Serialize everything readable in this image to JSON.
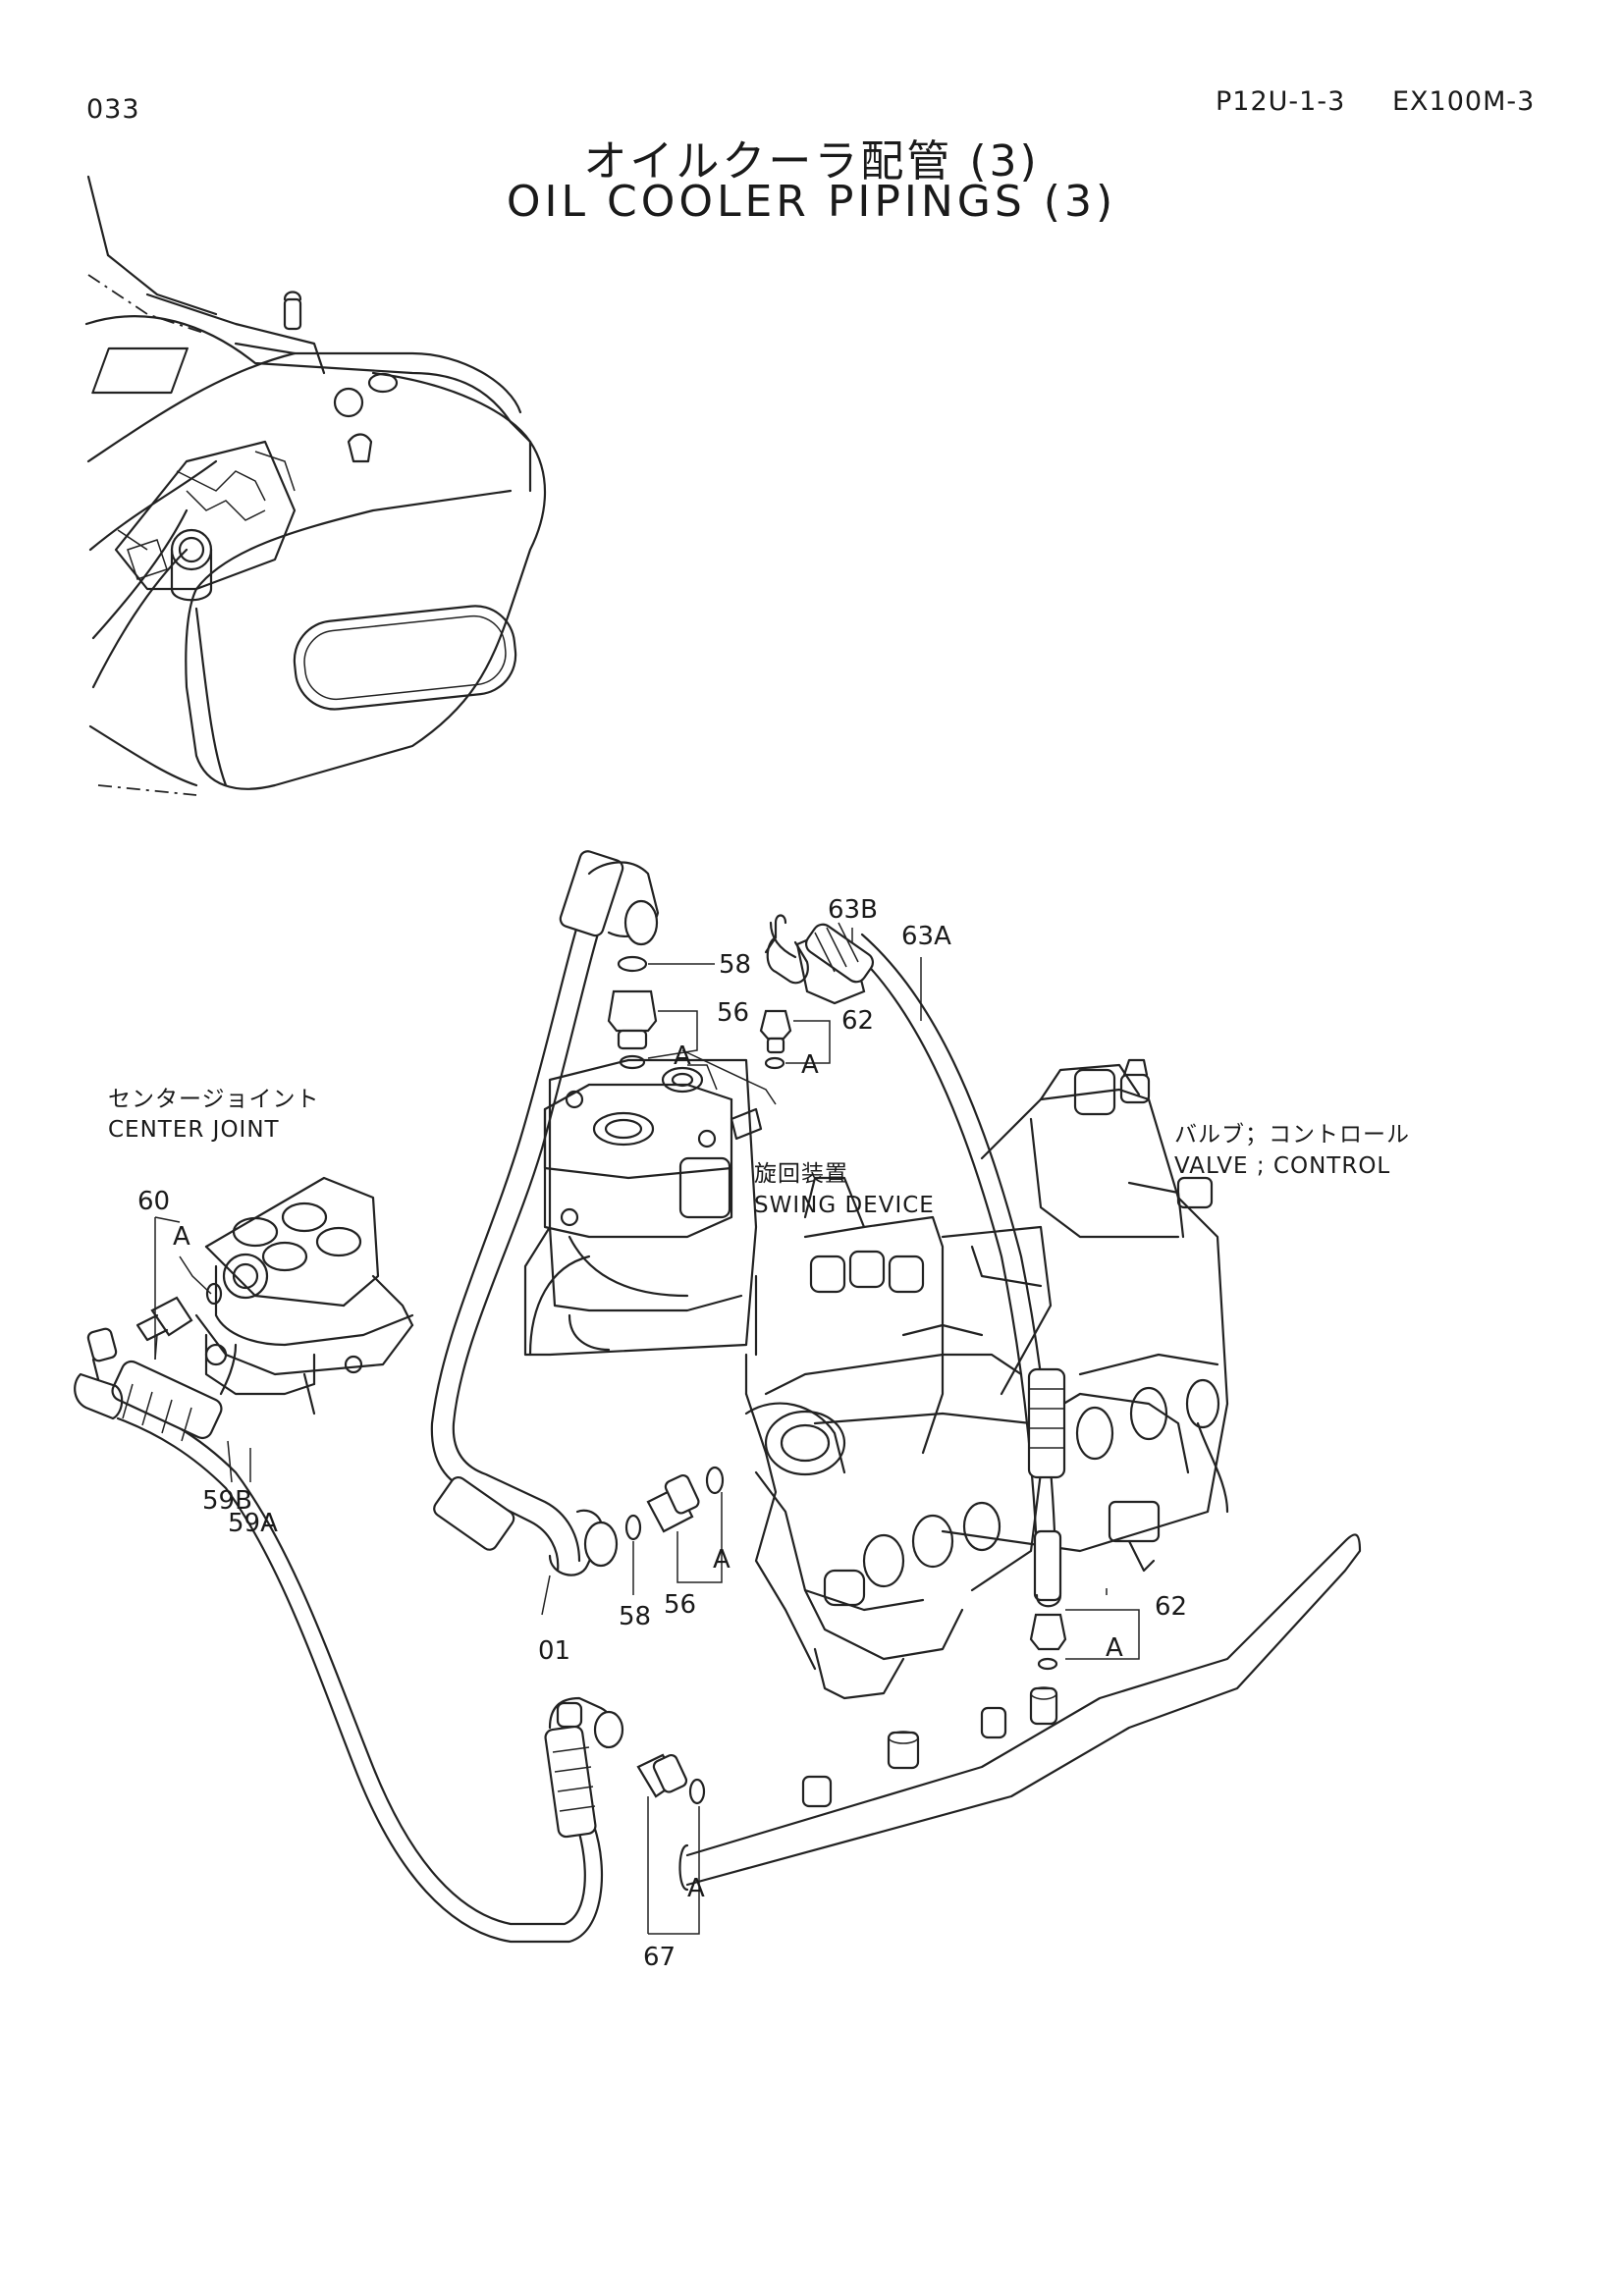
{
  "header": {
    "page_number": "033",
    "ref_code": "P12U-1-3",
    "model": "EX100M-3"
  },
  "title": {
    "japanese": "オイルクーラ配管 (3)",
    "english": "OIL COOLER PIPINGS (3)"
  },
  "components": {
    "center_joint_jp": "センタージョイント",
    "center_joint_en": "CENTER JOINT",
    "swing_device_jp": "旋回装置",
    "swing_device_en": "SWING DEVICE",
    "control_valve_jp": "バルブ；コントロール",
    "control_valve_en": "VALVE ; CONTROL"
  },
  "parts": {
    "p58_top": "58",
    "p56_top": "56",
    "pA_top": "A",
    "p63B": "63B",
    "p63A": "63A",
    "p62_top": "62",
    "pA_top2": "A",
    "p60": "60",
    "pA_center": "A",
    "p59B": "59B",
    "p59A": "59A",
    "p01": "01",
    "p58_bottom": "58",
    "p56_bottom": "56",
    "pA_mid": "A",
    "p62_bottom": "62",
    "pA_right": "A",
    "pA_bottom": "A",
    "p67": "67"
  }
}
